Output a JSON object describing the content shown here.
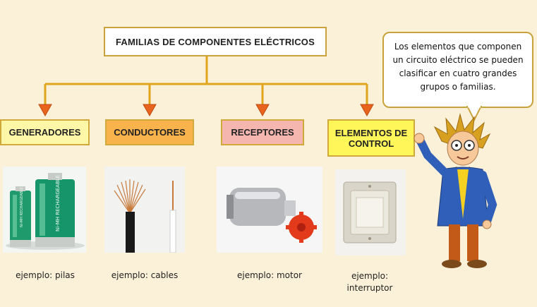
{
  "title": "FAMILIAS DE COMPONENTES ELÉCTRICOS",
  "speech": "Los elementos que componen un circuito eléctrico se pueden clasificar en cuatro grandes grupos o familias.",
  "categories": [
    {
      "label": "GENERADORES",
      "color": "#fff7a8",
      "example": "ejemplo: pilas"
    },
    {
      "label": "CONDUCTORES",
      "color": "#f8b34d",
      "example": "ejemplo: cables"
    },
    {
      "label": "RECEPTORES",
      "color": "#f5b6b0",
      "example": "ejemplo: motor"
    },
    {
      "label": "ELEMENTOS DE CONTROL",
      "color": "#fff65a",
      "example": "ejemplo: interruptor"
    }
  ],
  "battery_labels": {
    "small": "Ni-MH RECHARGEABLE",
    "large": "Ni-MH RECHARGEABLE"
  },
  "colors": {
    "connector": "#e0a51a",
    "arrow": "#e8641e",
    "border": "#c9a23c",
    "background": "#fbf1d9"
  }
}
